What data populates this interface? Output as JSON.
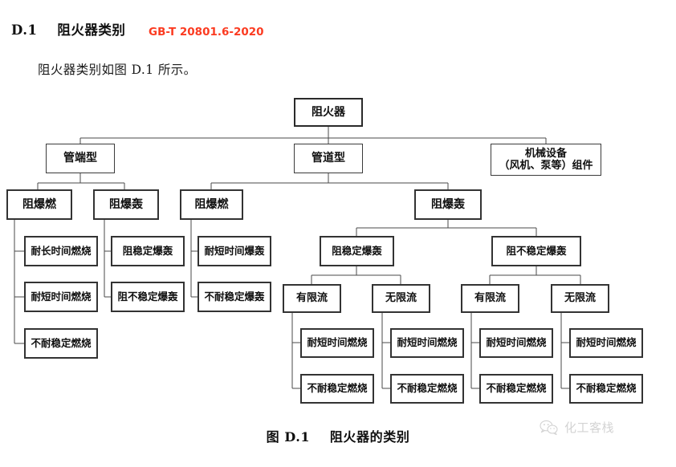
{
  "header": {
    "section_heading": "D.1    阻火器类别",
    "standard_number": "GB-T 20801.6-2020",
    "intro_line": "阻火器类别如图 D.1 所示。"
  },
  "figure": {
    "caption": "图 D.1    阻火器的类别",
    "nodes": {
      "root": "阻火器",
      "branch_pipe_end": "管端型",
      "branch_in_line": "管道型",
      "branch_machinery_l1": "机械设备",
      "branch_machinery_l2": "（风机、泵等）组件",
      "pe_deflagration": "阻爆燃",
      "pe_detonation": "阻爆轰",
      "il_deflagration": "阻爆燃",
      "il_detonation": "阻爆轰",
      "pe_defl_child_1": "耐长时间燃烧",
      "pe_defl_child_2": "耐短时间燃烧",
      "pe_defl_child_3": "不耐稳定燃烧",
      "pe_deto_child_1": "阻稳定爆轰",
      "pe_deto_child_2": "阻不稳定爆轰",
      "il_defl_child_1": "耐短时间爆轰",
      "il_defl_child_2": "不耐稳定爆轰",
      "il_deto_stable": "阻稳定爆轰",
      "il_deto_unstable": "阻不稳定爆轰",
      "flow_limited_a": "有限流",
      "flow_unlimited_a": "无限流",
      "flow_limited_b": "有限流",
      "flow_unlimited_b": "无限流",
      "burn_short_a": "耐短时间燃烧",
      "burn_short_b": "耐短时间燃烧",
      "burn_short_c": "耐短时间燃烧",
      "burn_short_d": "耐短时间燃烧",
      "burn_unstable_a": "不耐稳定燃烧",
      "burn_unstable_b": "不耐稳定燃烧",
      "burn_unstable_c": "不耐稳定燃烧",
      "burn_unstable_d": "不耐稳定燃烧"
    }
  },
  "watermark": {
    "text": "化工客栈",
    "icon": "wechat-icon"
  }
}
